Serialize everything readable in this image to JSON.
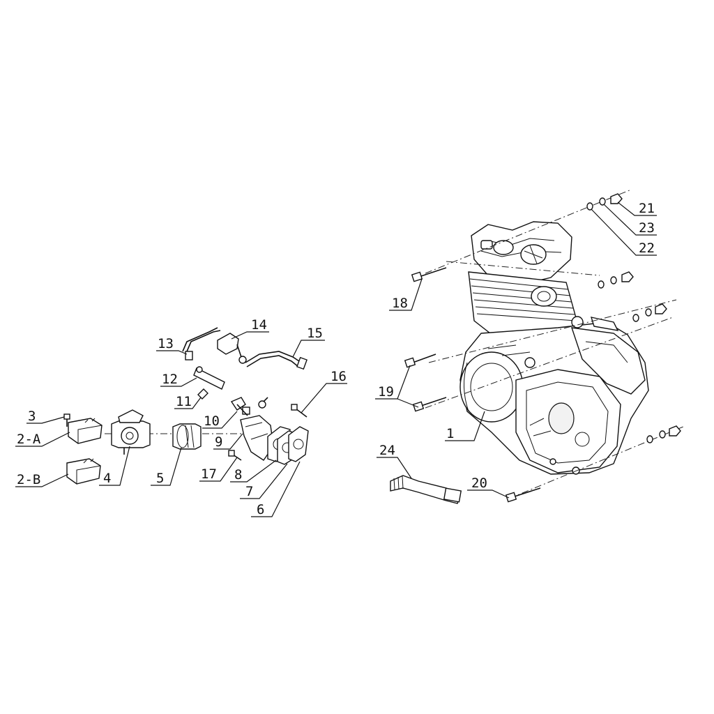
{
  "callouts": [
    {
      "id": "c1",
      "text": "1"
    },
    {
      "id": "c2a",
      "text": "2-A"
    },
    {
      "id": "c2b",
      "text": "2-B"
    },
    {
      "id": "c3",
      "text": "3"
    },
    {
      "id": "c4",
      "text": "4"
    },
    {
      "id": "c5",
      "text": "5"
    },
    {
      "id": "c6",
      "text": "6"
    },
    {
      "id": "c7",
      "text": "7"
    },
    {
      "id": "c8",
      "text": "8"
    },
    {
      "id": "c9",
      "text": "9"
    },
    {
      "id": "c10",
      "text": "10"
    },
    {
      "id": "c11",
      "text": "11"
    },
    {
      "id": "c12",
      "text": "12"
    },
    {
      "id": "c13",
      "text": "13"
    },
    {
      "id": "c14",
      "text": "14"
    },
    {
      "id": "c15",
      "text": "15"
    },
    {
      "id": "c16",
      "text": "16"
    },
    {
      "id": "c17",
      "text": "17"
    },
    {
      "id": "c18",
      "text": "18"
    },
    {
      "id": "c19",
      "text": "19"
    },
    {
      "id": "c20",
      "text": "20"
    },
    {
      "id": "c21",
      "text": "21"
    },
    {
      "id": "c22",
      "text": "22"
    },
    {
      "id": "c23",
      "text": "23"
    },
    {
      "id": "c24",
      "text": "24"
    }
  ]
}
